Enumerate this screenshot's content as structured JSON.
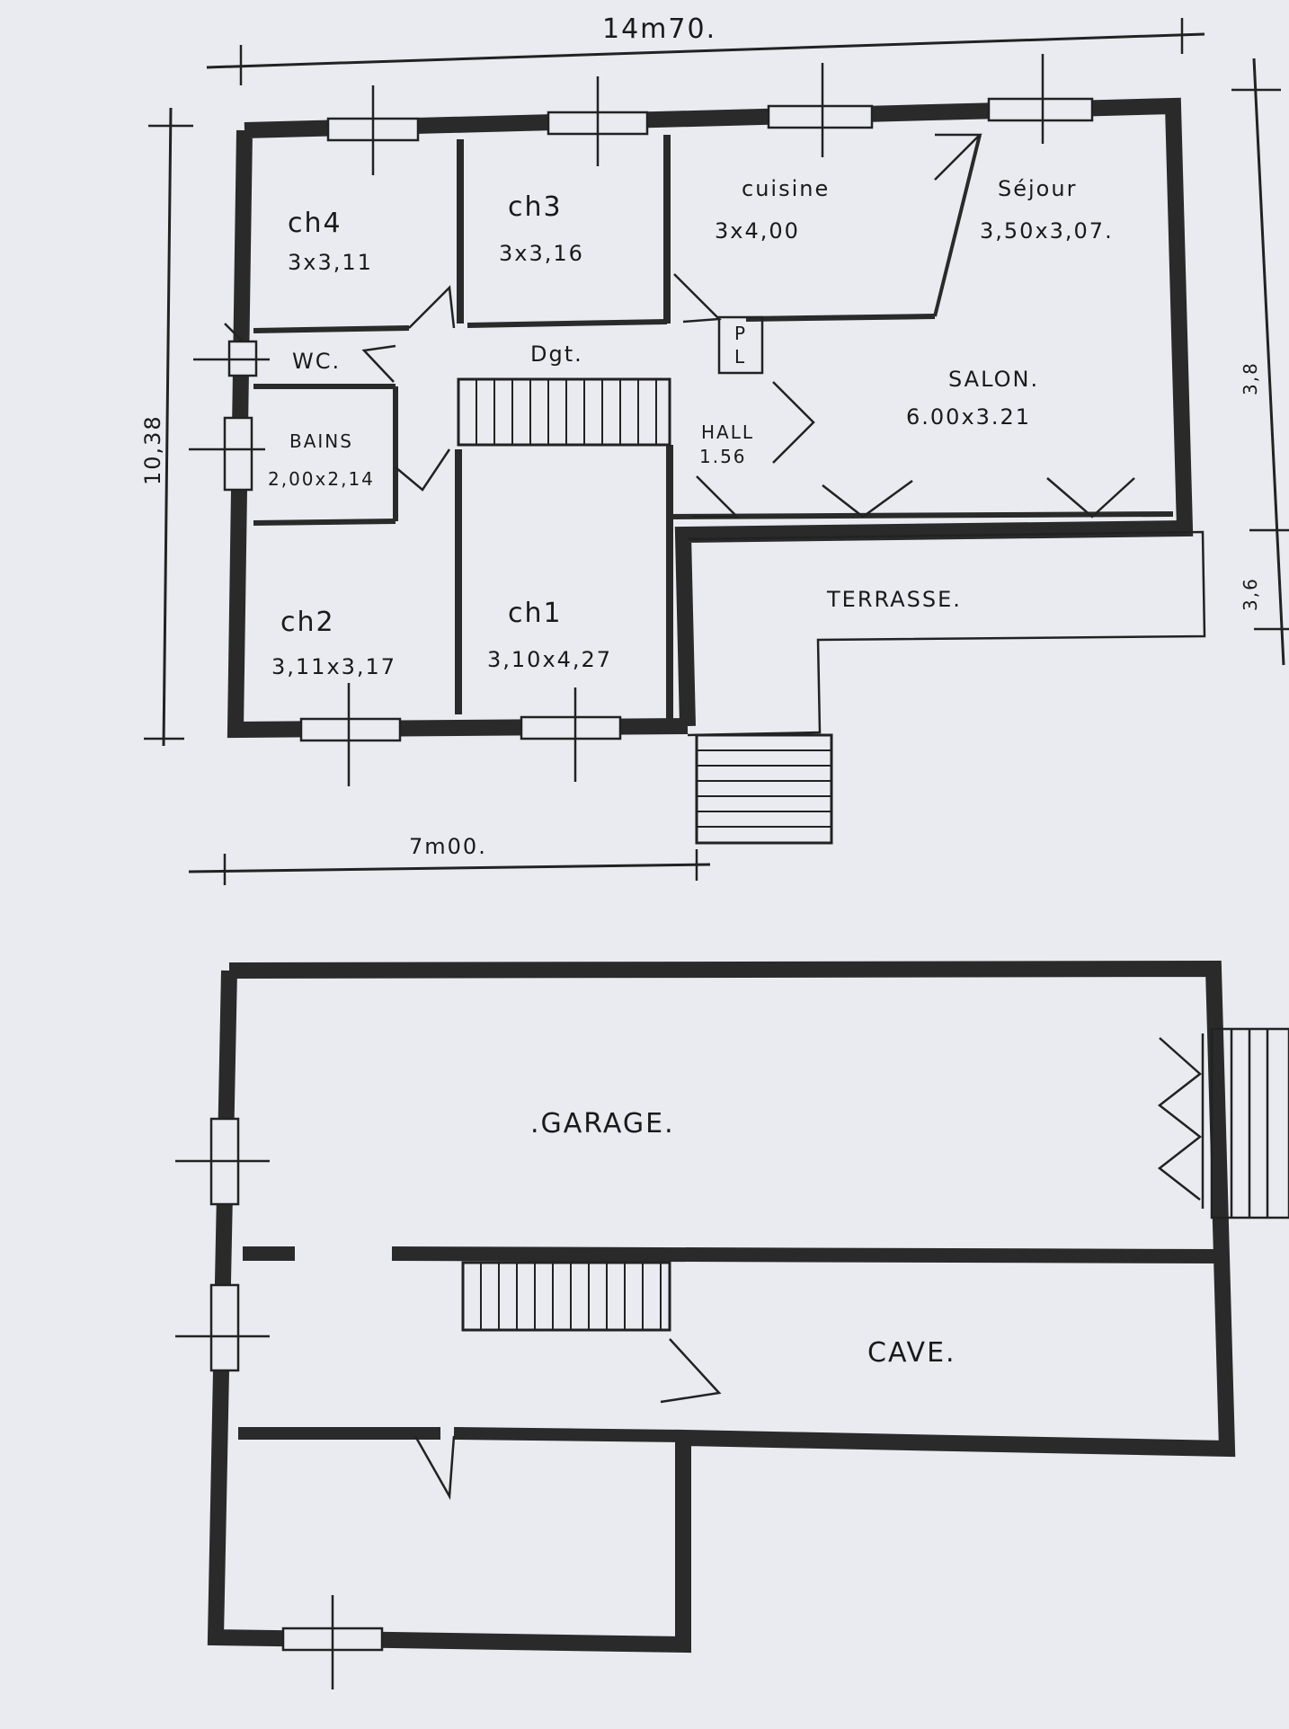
{
  "colors": {
    "paper": "#e9ebf0",
    "ink": "#2a2a2a"
  },
  "dimensions": {
    "top_width": "14m70.",
    "bottom_width": "7m00.",
    "left_height": "10,38",
    "right_height_upper": "3,8",
    "right_height_lower": "3,6"
  },
  "rooms": {
    "ch4": {
      "name": "ch4",
      "size": "3x3,11"
    },
    "ch3": {
      "name": "ch3",
      "size": "3x3,16"
    },
    "cuisine": {
      "name": "cuisine",
      "size": "3x4,00"
    },
    "sejour": {
      "name": "Séjour",
      "size": "3,50x3,07."
    },
    "wc": {
      "name": "WC."
    },
    "dgt": {
      "name": "Dgt."
    },
    "placard": {
      "name": "P\nL",
      "p": "P",
      "l": "L"
    },
    "salon": {
      "name": "SALON.",
      "size": "6.00x3.21"
    },
    "bains": {
      "name": "BAINS",
      "size": "2,00x2,14"
    },
    "hall": {
      "name": "HALL",
      "size": "1.56"
    },
    "terrasse": {
      "name": "TERRASSE."
    },
    "ch2": {
      "name": "ch2",
      "size": "3,11x3,17"
    },
    "ch1": {
      "name": "ch1",
      "size": "3,10x4,27"
    },
    "garage": {
      "name": ".GARAGE."
    },
    "cave": {
      "name": "CAVE."
    }
  }
}
